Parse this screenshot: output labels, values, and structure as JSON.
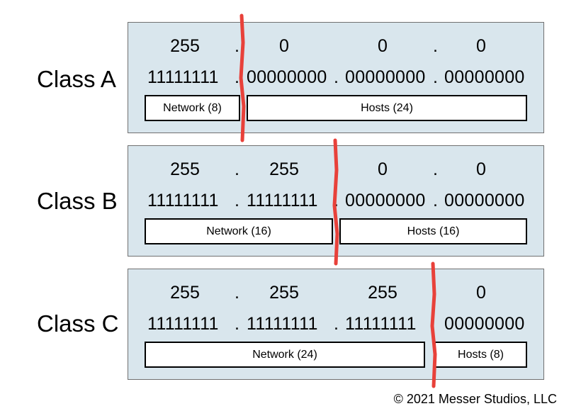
{
  "classes": [
    {
      "label": "Class A",
      "octets": [
        "255",
        "0",
        "0",
        "0"
      ],
      "binary": [
        "11111111",
        "00000000",
        "00000000",
        "00000000"
      ],
      "network_label": "Network (8)",
      "hosts_label": "Hosts (24)"
    },
    {
      "label": "Class B",
      "octets": [
        "255",
        "255",
        "0",
        "0"
      ],
      "binary": [
        "11111111",
        "11111111",
        "00000000",
        "00000000"
      ],
      "network_label": "Network (16)",
      "hosts_label": "Hosts (16)"
    },
    {
      "label": "Class C",
      "octets": [
        "255",
        "255",
        "255",
        "0"
      ],
      "binary": [
        "11111111",
        "11111111",
        "11111111",
        "00000000"
      ],
      "network_label": "Network (24)",
      "hosts_label": "Hosts (8)"
    }
  ],
  "separator": ".",
  "copyright": "© 2021 Messer Studios, LLC",
  "colors": {
    "panel": "#d9e6ed",
    "divider": "#e8413a"
  }
}
